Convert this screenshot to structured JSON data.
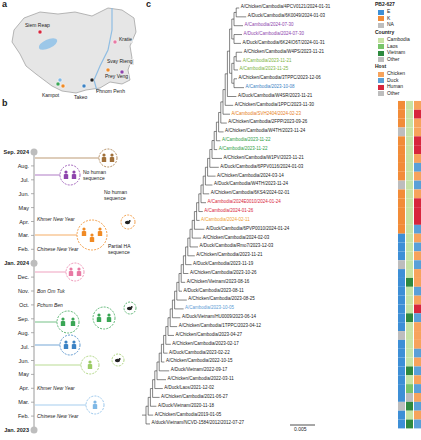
{
  "diagram": {
    "labels": [
      "a",
      "Siem Reap",
      "Kratie",
      "Svay Rieng",
      "Prey Veng",
      "Phnom Penh",
      "Takeo",
      "Kampot",
      "b",
      "Sep. 2024",
      "Aug.",
      "Jul.",
      "Jun.",
      "May",
      "Apr.",
      "Mar.",
      "Feb.",
      "Jan. 2024",
      "Dec.",
      "Nov.",
      "Oct.",
      "Sep.",
      "Aug.",
      "Jul.",
      "Jun.",
      "May",
      "Apr.",
      "Mar.",
      "Feb.",
      "Jan. 2023",
      "Khmer New Year",
      "Chinese New Year",
      "Bon Om Tuk",
      "Pchum Ben",
      "Khmer New Year",
      "Chinese New Year",
      "No human sequence",
      "No human sequence",
      "Partial HA sequence",
      "c",
      "PB2-627",
      "Country",
      "Host",
      "0.005",
      "A/Chicken/Cambodia/4PCV0121/2024-01-31",
      "A/Duck/Cambodia/6K0049/2024-01-03",
      "A/Cambodia/2024-07-30",
      "A/Duck/Cambodia/2024-07-30",
      "A/Duck/Cambodia/6K24IO6T/2024-01-31",
      "A/Chicken/Cambodia/W4PS/2023-11-21",
      "A/Cambodia/2023-11-21",
      "A/Cambodia/2023-11-25",
      "A/Chicken/Cambodia/3TPPC/2023-12-06",
      "A/Cambodia/2023-10-08",
      "A/Duck/Cambodia/W4SR/2023-11-21",
      "A/Chicken/Cambodia/1PPC/2023-11-30",
      "A/Cambodia/SVH2404/2024-02-23",
      "A/Chicken/Cambodia/2FPP/2023-09-26",
      "A/Chicken/Cambodia/W4TH/2023-11-24",
      "A/Cambodia/2023-11-22",
      "A/Cambodia/2023-11-22",
      "A/Chicken/Cambodia/W1PV/2023-11-21",
      "A/Duck/Cambodia/6PPV0116/2024-01-03",
      "A/Chicken/Cambodia/2024-03-14",
      "A/Duck/Cambodia/W4TH/2023-11-24",
      "A/Chicken/Cambodia/6KS4/2024-02-01",
      "A/Cambodia/2024E0010/2024-01-24",
      "A/Cambodia/2024-01-26",
      "A/Cambodia/2024-02-11",
      "A/Duck/Cambodia/6PVP0010/2024-01-24",
      "A/Chicken/Cambodia/2024-02-03",
      "A/Duck/Cambodia/Rmo7/2023-12-03",
      "A/Chicken/Cambodia/2023-11-21",
      "A/Duck/Cambodia/2023-11-19",
      "A/Chicken/Cambodia/2023-10-26",
      "A/Chicken/Vietnam/2023-08-16",
      "A/Duck/Cambodia/2023-08-11",
      "A/Chicken/Cambodia/2023-08-25",
      "A/Cambodia/2023-10-05",
      "A/Duck/Vietnam/HU0009/2023-06-14",
      "A/Chicken/Cambodia/1TPPC/2023-04-12",
      "A/Chicken/Cambodia/2023-04-27",
      "A/Chicken/Cambodia/2023-02-17",
      "A/Duck/Cambodia/2023-02-22",
      "A/Chicken/Cambodia/2022-10-15",
      "A/Duck/Vietnam/2022-09-17",
      "A/Chicken/Cambodia/2022-03-11",
      "A/Duck/Laos/2021-12-02",
      "A/Chicken/Cambodia/2021-06-27",
      "A/Duck/Vietnam/2020-11-18",
      "A/Chicken/Cambodia/2019-01-05",
      "A/duck/Vietnam/NCVD-1584/2012/2012-07-27"
    ],
    "legend": [
      {
        "text": "E",
        "color": "#3d8fd6"
      },
      {
        "text": "K",
        "color": "#f28c38"
      },
      {
        "text": "NA",
        "color": "#bdbdbd"
      },
      {
        "text": "Cambodia",
        "color": "#c7e3a4"
      },
      {
        "text": "Laos",
        "color": "#78c46a"
      },
      {
        "text": "Vietnam",
        "color": "#2f8a3f"
      },
      {
        "text": "Other",
        "color": "#bdbdbd"
      },
      {
        "text": "Chicken",
        "color": "#f7a35c"
      },
      {
        "text": "Duck",
        "color": "#5aa0d8"
      },
      {
        "text": "Human",
        "color": "#d7263d"
      },
      {
        "text": "Other",
        "color": "#bdbdbd"
      }
    ]
  }
}
